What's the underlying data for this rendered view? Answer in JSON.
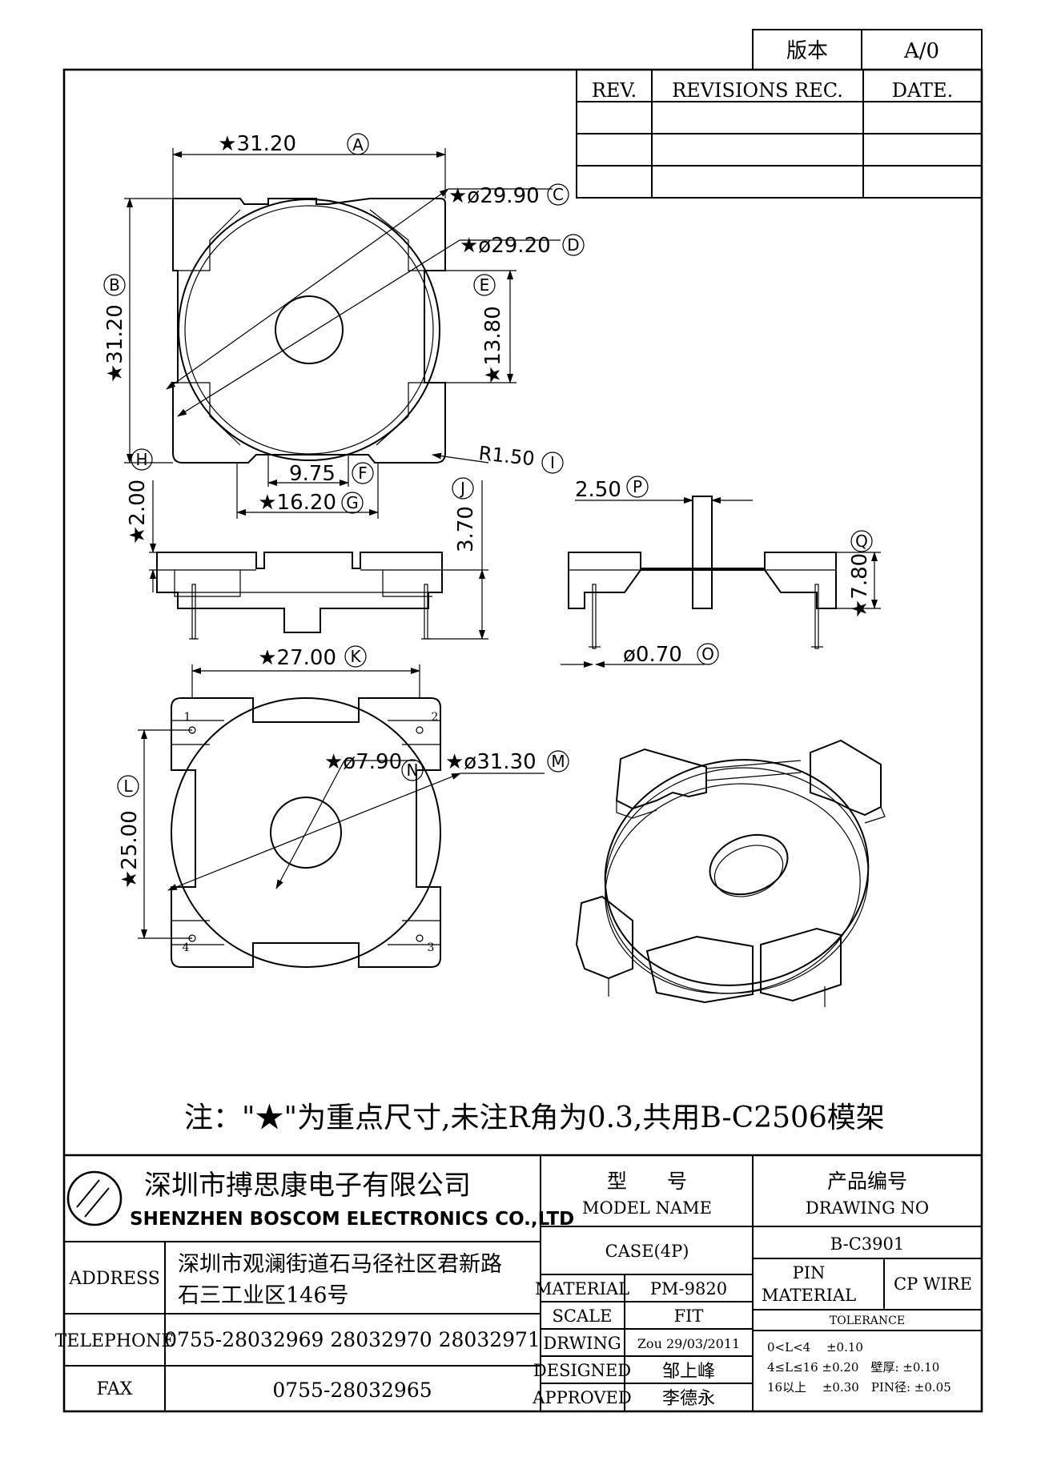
{
  "revision_box": {
    "version_label": "版本",
    "version_value": "A/0"
  },
  "revision_table": {
    "rev_header": "REV.",
    "revisions_header": "REVISIONS REC.",
    "date_header": "DATE."
  },
  "dimensions": {
    "A": {
      "value": "★31.20",
      "letter": "A"
    },
    "B": {
      "value": "★31.20",
      "letter": "B"
    },
    "C": {
      "value": "★ø29.90",
      "letter": "C"
    },
    "D": {
      "value": "★ø29.20",
      "letter": "D"
    },
    "E": {
      "value": "★13.80",
      "letter": "E"
    },
    "F": {
      "value": "9.75",
      "letter": "F"
    },
    "G": {
      "value": "★16.20",
      "letter": "G"
    },
    "H": {
      "value": "★2.00",
      "letter": "H"
    },
    "I": {
      "value": "R1.50",
      "letter": "I"
    },
    "J": {
      "value": "3.70",
      "letter": "J"
    },
    "K": {
      "value": "★27.00",
      "letter": "K"
    },
    "L": {
      "value": "★25.00",
      "letter": "L"
    },
    "M": {
      "value": "★ø31.30",
      "letter": "M"
    },
    "N": {
      "value": "★ø7.90",
      "letter": "N"
    },
    "O": {
      "value": "ø0.70",
      "letter": "O"
    },
    "P": {
      "value": "2.50",
      "letter": "P"
    },
    "Q": {
      "value": "★7.80",
      "letter": "Q"
    }
  },
  "pins": [
    "1",
    "2",
    "3",
    "4"
  ],
  "note": "注：\"★\"为重点尺寸,未注R角为0.3,共用B-C2506模架",
  "title_block": {
    "company_cn": "深圳市搏思康电子有限公司",
    "company_en": "SHENZHEN BOSCOM ELECTRONICS CO.,LTD",
    "address_label": "ADDRESS",
    "address_line1": "深圳市观澜街道石马径社区君新路",
    "address_line2": "石三工业区146号",
    "telephone_label": "TELEPHONE",
    "telephone_value": "0755-28032969 28032970 28032971",
    "fax_label": "FAX",
    "fax_value": "0755-28032965",
    "model_label_cn": "型　　号",
    "model_label_en": "MODEL NAME",
    "model_value": "CASE(4P)",
    "drawing_no_label_cn": "产品编号",
    "drawing_no_label_en": "DRAWING NO",
    "drawing_no_value": "B-C3901",
    "material_label": "MATERIAL",
    "material_value": "PM-9820",
    "scale_label": "SCALE",
    "scale_value": "FIT",
    "drwing_label": "DRWING",
    "drwing_value": "Zou 29/03/2011",
    "designed_label": "DESIGNED",
    "designed_value": "邹上峰",
    "approved_label": "APPROVED",
    "approved_value": "李德永",
    "pin_material_label1": "PIN",
    "pin_material_label2": "MATERIAL",
    "pin_material_value": "CP WIRE",
    "tolerance_label": "TOLERANCE",
    "tolerance_row1": "0<L<4　 ±0.10",
    "tolerance_row2": "4≤L≤16 ±0.20　壁厚: ±0.10",
    "tolerance_row3": "16以上　 ±0.30　PIN径: ±0.05"
  }
}
